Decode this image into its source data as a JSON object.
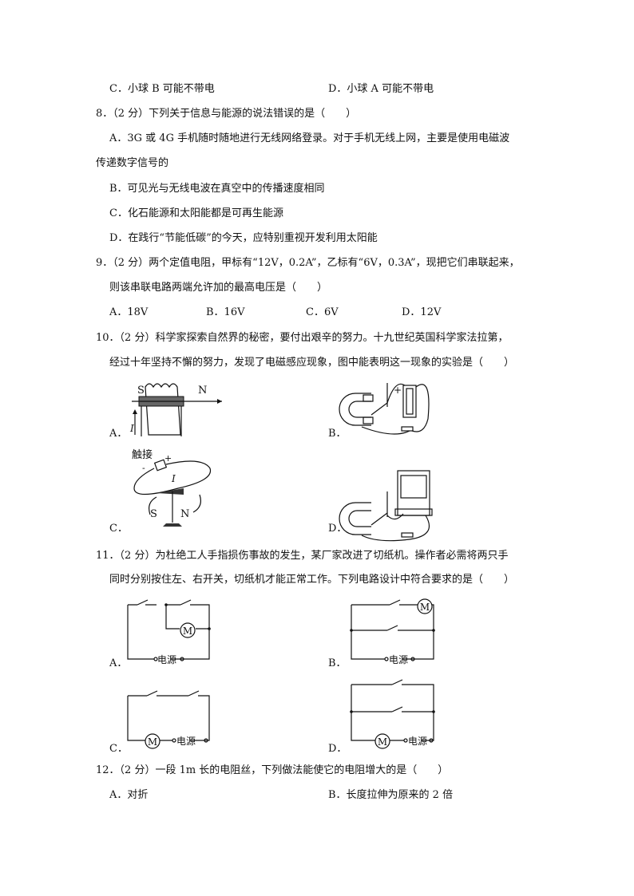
{
  "q7": {
    "optC": "C．小球 B 可能不带电",
    "optD": "D．小球 A 可能不带电"
  },
  "q8": {
    "stem": "8．（2 分）下列关于信息与能源的说法错误的是（　　）",
    "optA_1": "A．3G 或 4G 手机随时随地进行无线网络登录。对于手机无线上网，主要是使用电磁波",
    "optA_2": "传递数字信号的",
    "optB": "B．可见光与无线电波在真空中的传播速度相同",
    "optC": "C．化石能源和太阳能都是可再生能源",
    "optD": "D．在践行“节能低碳”的今天，应特别重视开发利用太阳能"
  },
  "q9": {
    "stem_1": "9．（2 分）两个定值电阻，甲标有“12V，0.2A”，乙标有“6V，0.3A”，现把它们串联起来，",
    "stem_2": "则该串联电路两端允许加的最高电压是（　　）",
    "optA": "A．18V",
    "optB": "B．16V",
    "optC": "C．6V",
    "optD": "D．12V"
  },
  "q10": {
    "stem_1": "10．（2 分）科学家探索自然界的秘密，要付出艰辛的努力。十九世纪英国科学家法拉第，",
    "stem_2": "经过十年坚持不懈的努力，发现了电磁感应现象，图中能表明这一现象的实验是（　　）",
    "optA": "A．",
    "optB": "B．",
    "optC": "C．",
    "optD": "D．",
    "figA": {
      "s": "S",
      "n": "N",
      "i": "I"
    },
    "figB": {
      "plus": "+"
    },
    "figC": {
      "touch": "触接",
      "plus": "+",
      "minus": "-",
      "i": "I",
      "s": "S",
      "n": "N"
    }
  },
  "q11": {
    "stem_1": "11．（2 分）为杜绝工人手指损伤事故的发生，某厂家改进了切纸机。操作者必需将两只手",
    "stem_2": "同时分别按住左、右开关，切纸机才能正常工作。下列电路设计中符合要求的是（　　）",
    "optA": "A．",
    "optB": "B．",
    "optC": "C．",
    "optD": "D．",
    "motor": "M",
    "power": "电源"
  },
  "q12": {
    "stem": "12．（2 分）一段 1m 长的电阻丝，下列做法能使它的电阻增大的是（　　）",
    "optA": "A．对折",
    "optB": "B．长度拉伸为原来的 2 倍"
  }
}
